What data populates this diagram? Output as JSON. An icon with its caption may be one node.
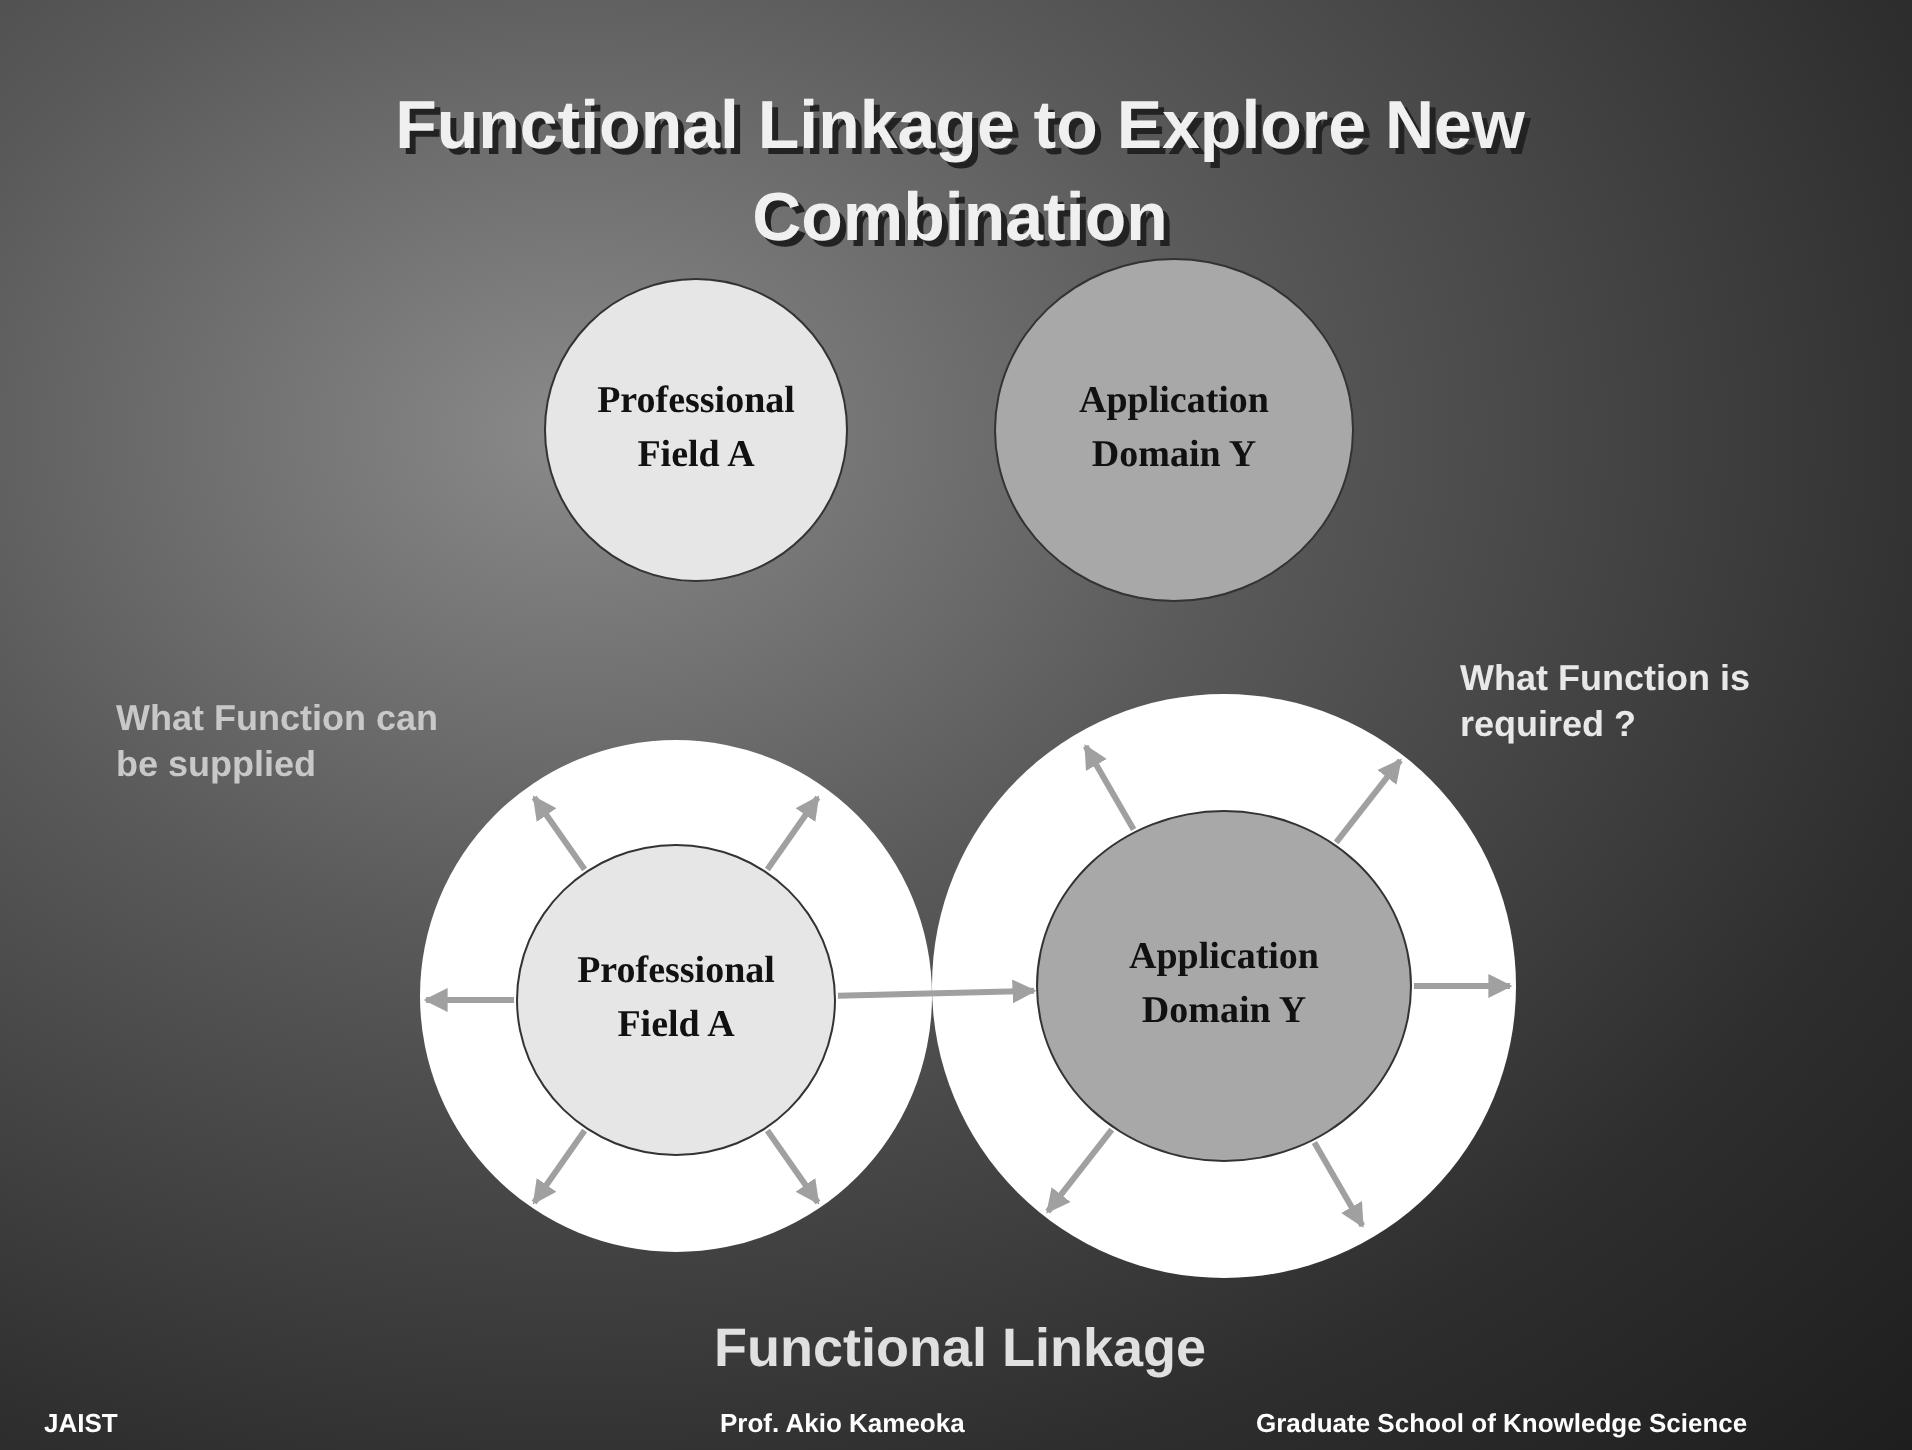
{
  "diagram": {
    "title": "Functional Linkage to Explore New Combination",
    "nodes": [
      {
        "text": [
          "Professional Field A"
        ]
      },
      {
        "text": [
          "Application Domain Y"
        ]
      },
      {
        "text": [],
        "shape": "circle"
      },
      {
        "text": [
          "Professional Field A"
        ],
        "in": 2
      },
      {
        "text": [],
        "shape": "circle"
      },
      {
        "text": [
          "Application Domain Y"
        ],
        "in": 4
      }
    ],
    "edges": [
      {
        "from": 3,
        "to": null,
        "arrow": "to"
      },
      {
        "from": 3,
        "to": null,
        "arrow": "to"
      },
      {
        "from": 3,
        "to": null,
        "arrow": "to"
      },
      {
        "from": 3,
        "to": 5,
        "arrow": "to"
      },
      {
        "from": 3,
        "to": null,
        "arrow": "to"
      },
      {
        "from": 3,
        "to": null,
        "arrow": "to"
      },
      {
        "from": 5,
        "to": null,
        "arrow": "to"
      },
      {
        "from": 5,
        "to": null,
        "arrow": "to"
      },
      {
        "from": 5,
        "to": null,
        "arrow": "to"
      },
      {
        "from": 5,
        "to": null,
        "arrow": "to"
      },
      {
        "from": 5,
        "to": null,
        "arrow": "to"
      }
    ],
    "labels": [
      "What Function can be supplied",
      "What Function is required ?",
      "Functional Linkage",
      "JAIST",
      "Prof. Akio Kameoka",
      "Graduate School of Knowledge Science"
    ]
  }
}
